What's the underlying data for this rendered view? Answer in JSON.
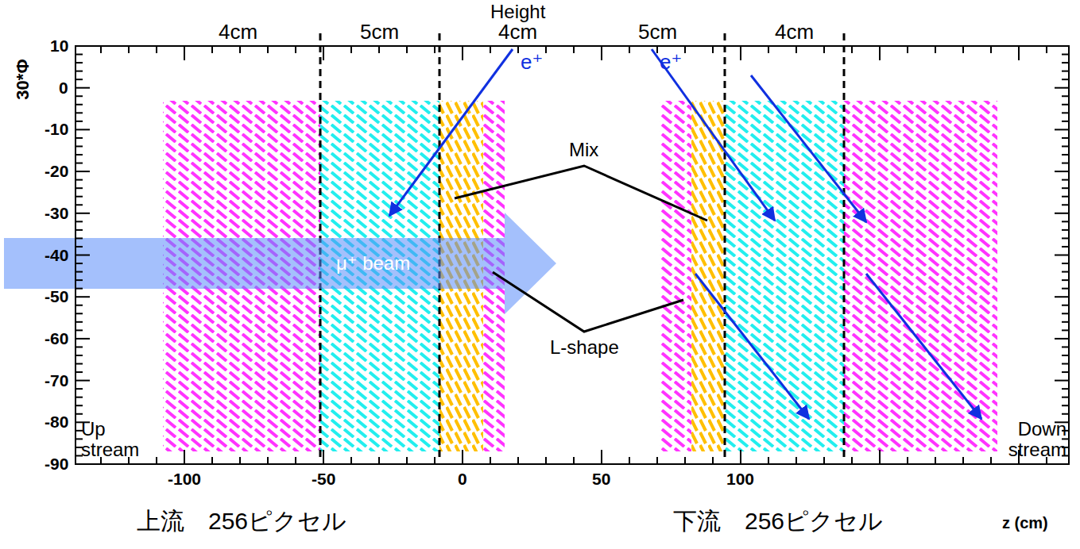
{
  "diagram": {
    "labels": [
      "Height",
      "4cm",
      "5cm",
      "4cm",
      "5cm",
      "4cm",
      "10",
      "0",
      "-10",
      "-20",
      "-30",
      "-40",
      "-50",
      "-60",
      "-70",
      "-80",
      "-90",
      "-100",
      "-50",
      "0",
      "50",
      "100",
      "z (cm)",
      "30*Φ",
      "e⁺",
      "e⁺",
      "μ⁺ beam",
      "Mix",
      "L-shape",
      "Up stream",
      "Down stream",
      "上流　256ピクセル",
      "下流　256ピクセル"
    ]
  }
}
